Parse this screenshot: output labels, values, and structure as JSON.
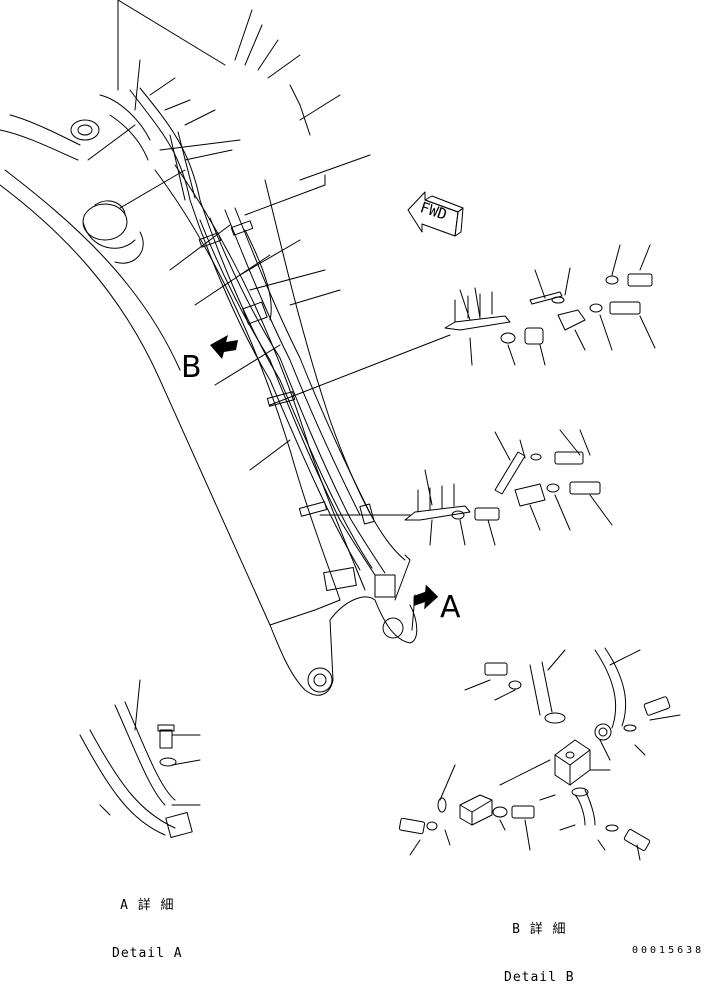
{
  "views": {
    "view_a_letter": "A",
    "view_b_letter": "B",
    "fwd_label": "FWD"
  },
  "details": {
    "a_jp": "A 詳 細",
    "a_en": "Detail A",
    "b_jp": "B 詳 細",
    "b_en": "Detail B"
  },
  "drawing_number": "00015638"
}
